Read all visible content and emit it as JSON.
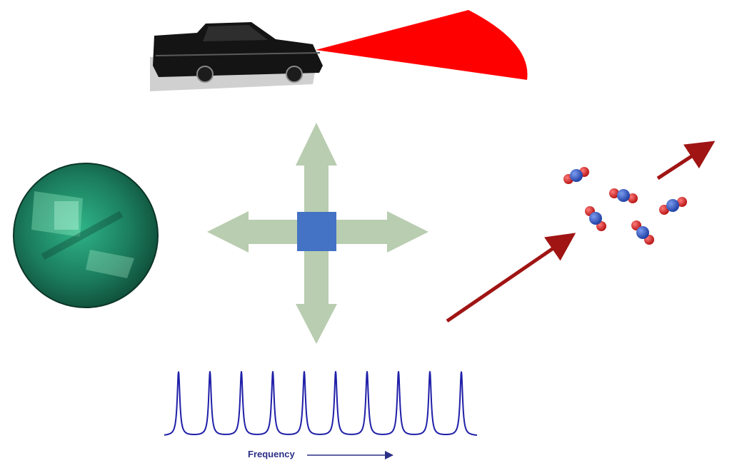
{
  "frequency_label": "Frequency",
  "colors": {
    "car_body": "#141414",
    "radar_beam": "#ff0000",
    "arrow_green": "#b9cdb0",
    "center_square": "#4472c4",
    "laser_arrow": "#a01414",
    "molecule_carbon": "#2f55c8",
    "molecule_oxygen": "#dc1e1e",
    "comb_line": "#1f1fa8",
    "green_disk": "#1f8a66"
  },
  "icons": [
    "car",
    "radar-beam",
    "four-way-arrow",
    "green-disk",
    "co2-molecule",
    "frequency-comb"
  ]
}
